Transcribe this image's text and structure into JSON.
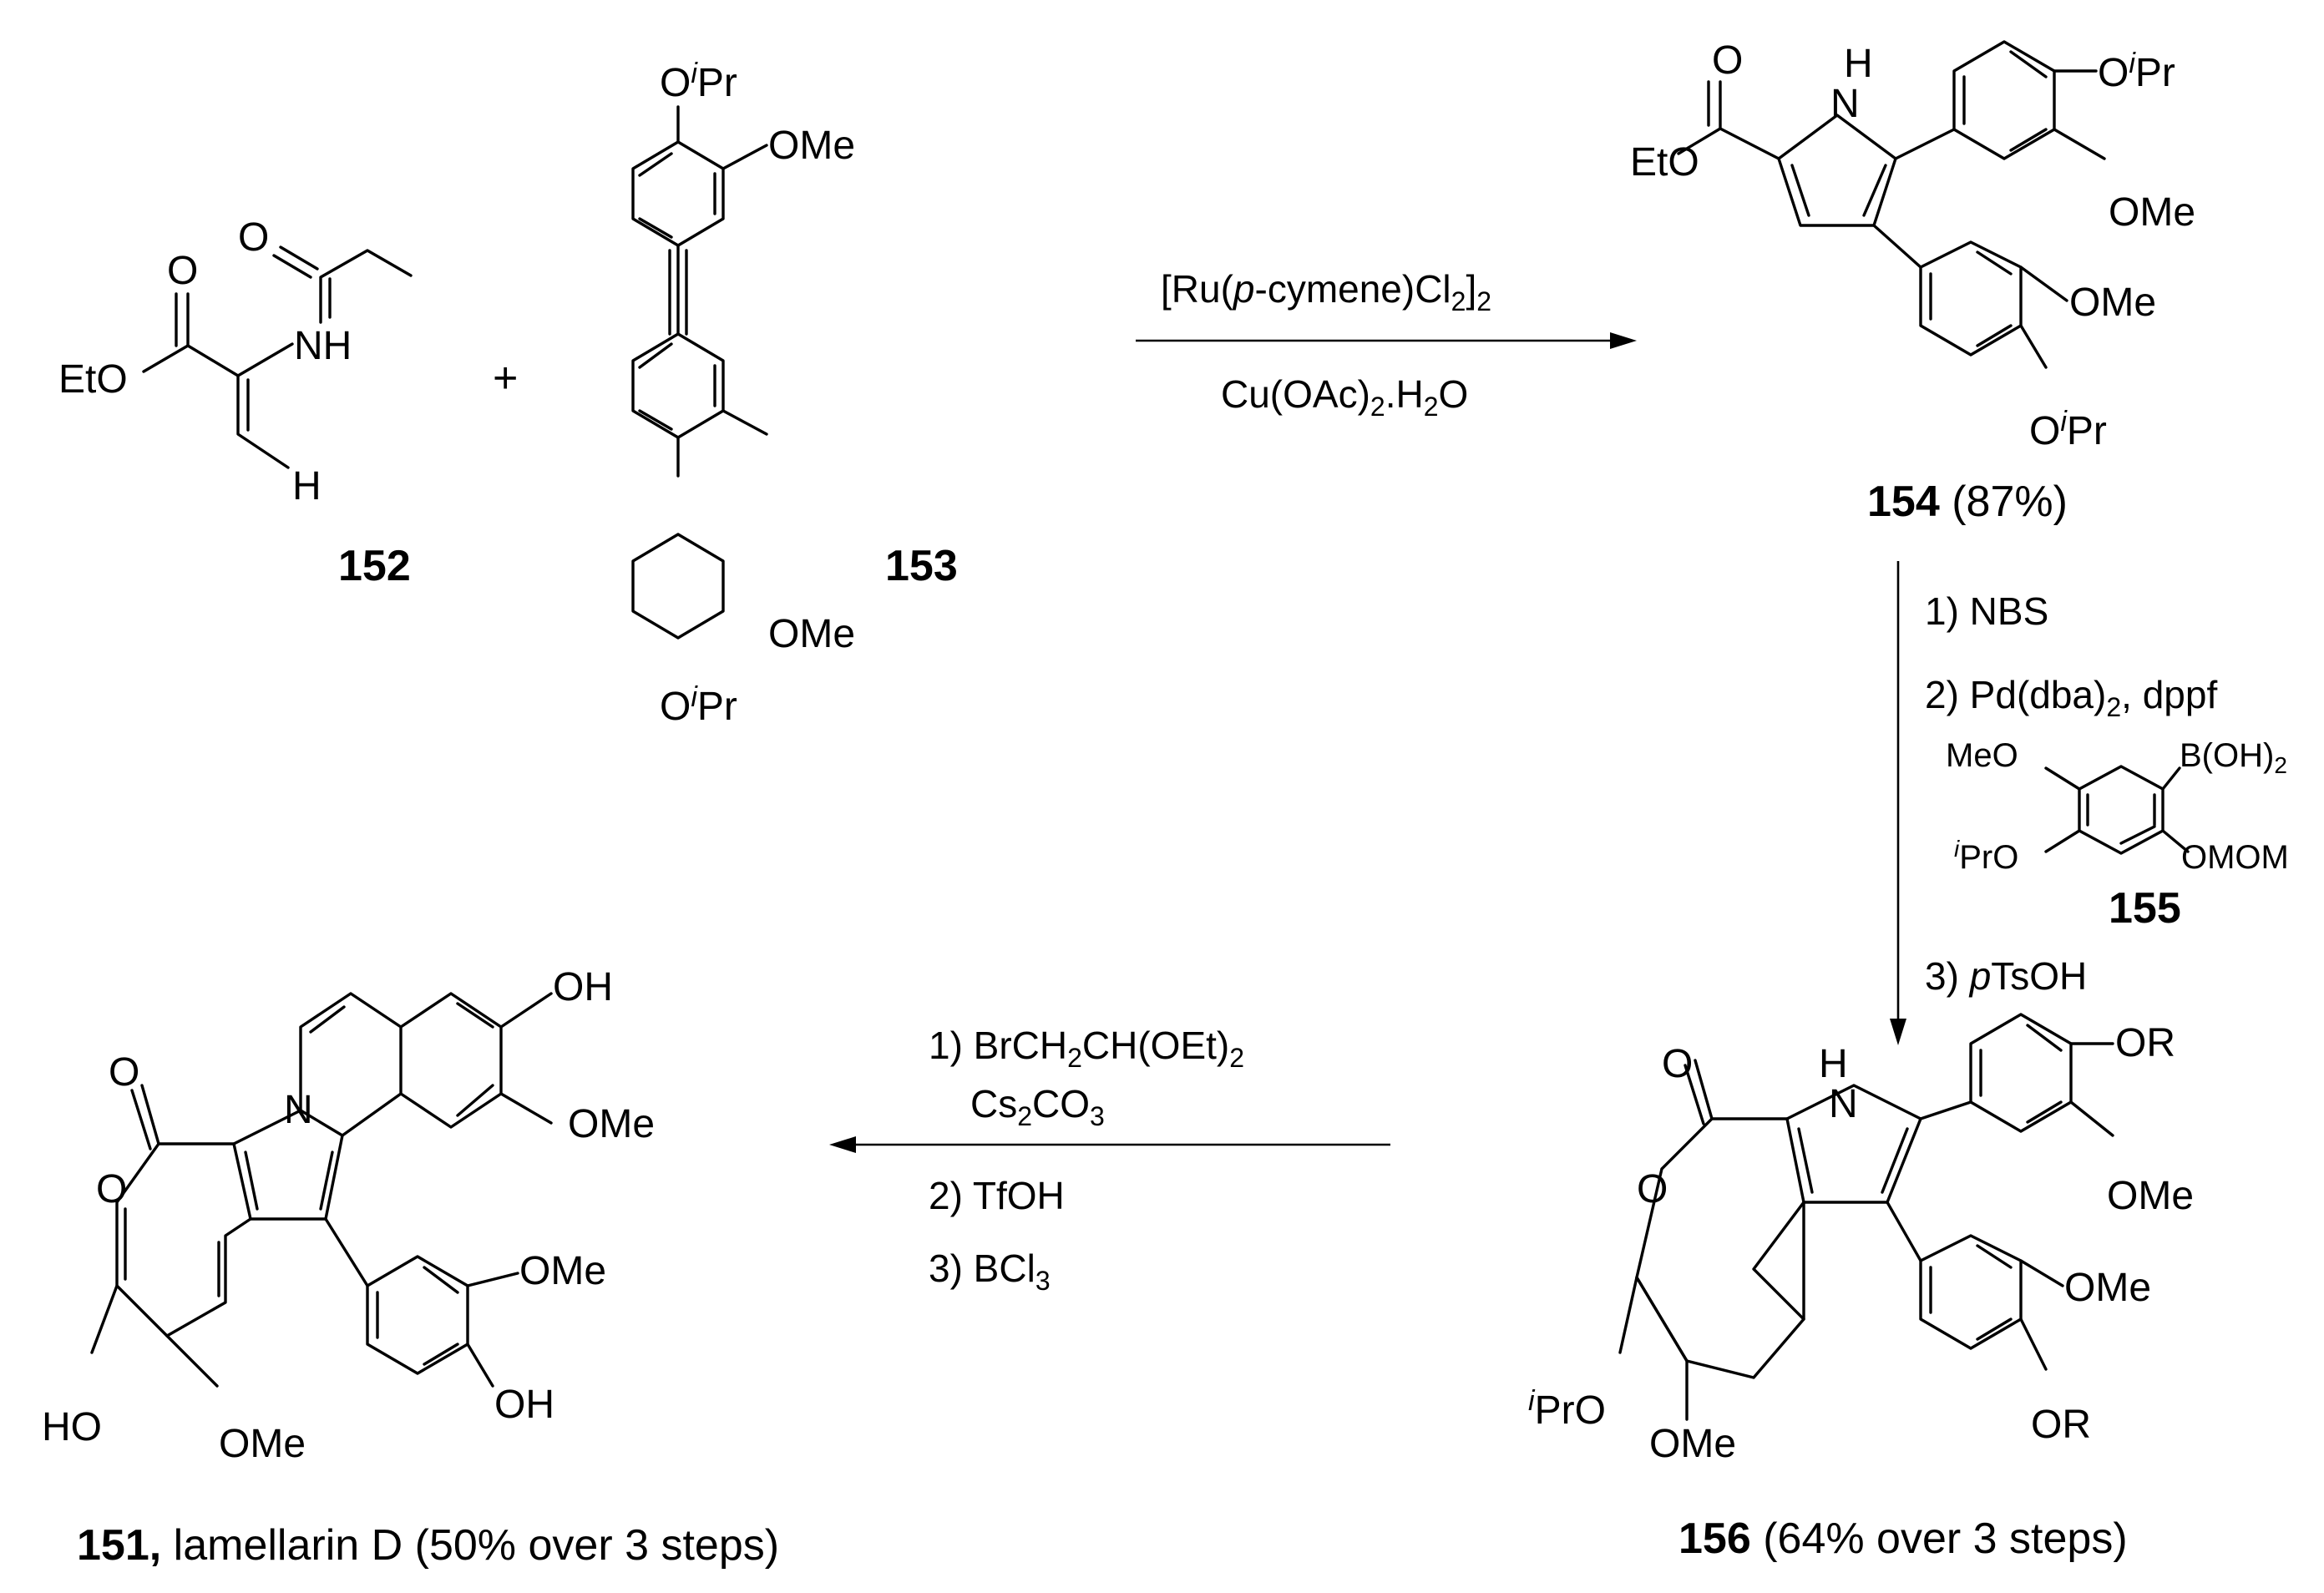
{
  "compounds": {
    "c152": {
      "label": "152"
    },
    "c153": {
      "label": "153"
    },
    "c154": {
      "label": "154",
      "yield": "(87%)"
    },
    "c155": {
      "label": "155"
    },
    "c156": {
      "label": "156",
      "yield": "(64% over 3 steps)"
    },
    "c151": {
      "label": "151,",
      "name": "lamellarin D (50% over 3 steps)"
    }
  },
  "plus": "+",
  "step1": {
    "reagent_top": "[Ru(p-cymene)Cl2]2",
    "reagent_bottom": "Cu(OAc)2.H2O"
  },
  "step2": {
    "line1": "1) NBS",
    "line2": "2) Pd(dba)2, dppf",
    "line3": "3) pTsOH"
  },
  "step3": {
    "line1": "1) BrCH2CH(OEt)2",
    "line2": "Cs2CO3",
    "line3": "2) TfOH",
    "line4": "3) BCl3"
  },
  "atoms": {
    "O": "O",
    "NH": "NH",
    "H": "H",
    "N": "N",
    "EtO": "EtO",
    "OMe": "OMe",
    "MeO": "MeO",
    "OR": "OR",
    "OH": "OH",
    "HO": "HO",
    "OiPr": "OiPr",
    "iPrO": "iPrO",
    "BOH2": "B(OH)2",
    "OMOM": "OMOM"
  }
}
